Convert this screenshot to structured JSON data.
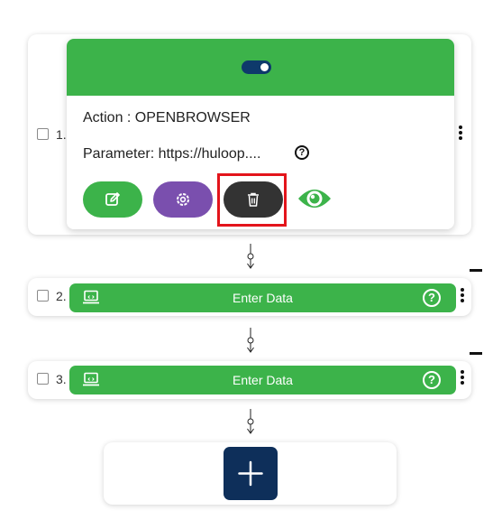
{
  "step1": {
    "number": "1.",
    "action_line": "Action : OPENBROWSER",
    "parameter_line": "Parameter: https://huloop....",
    "help_glyph": "?",
    "actions": {
      "edit_icon": "edit-icon",
      "settings_icon": "gear-icon",
      "delete_icon": "trash-icon",
      "view_icon": "eye-icon"
    },
    "colors": {
      "header": "#3cb34a",
      "edit": "#3cb34a",
      "settings": "#7a4fae",
      "delete": "#333333",
      "highlight": "#e3141b",
      "toggle": "#0e3a6b"
    }
  },
  "steps": [
    {
      "number": "2.",
      "label": "Enter Data",
      "help_glyph": "?"
    },
    {
      "number": "3.",
      "label": "Enter Data",
      "help_glyph": "?"
    }
  ],
  "add_button": {
    "icon": "plus-icon",
    "color": "#0e2f5a"
  }
}
